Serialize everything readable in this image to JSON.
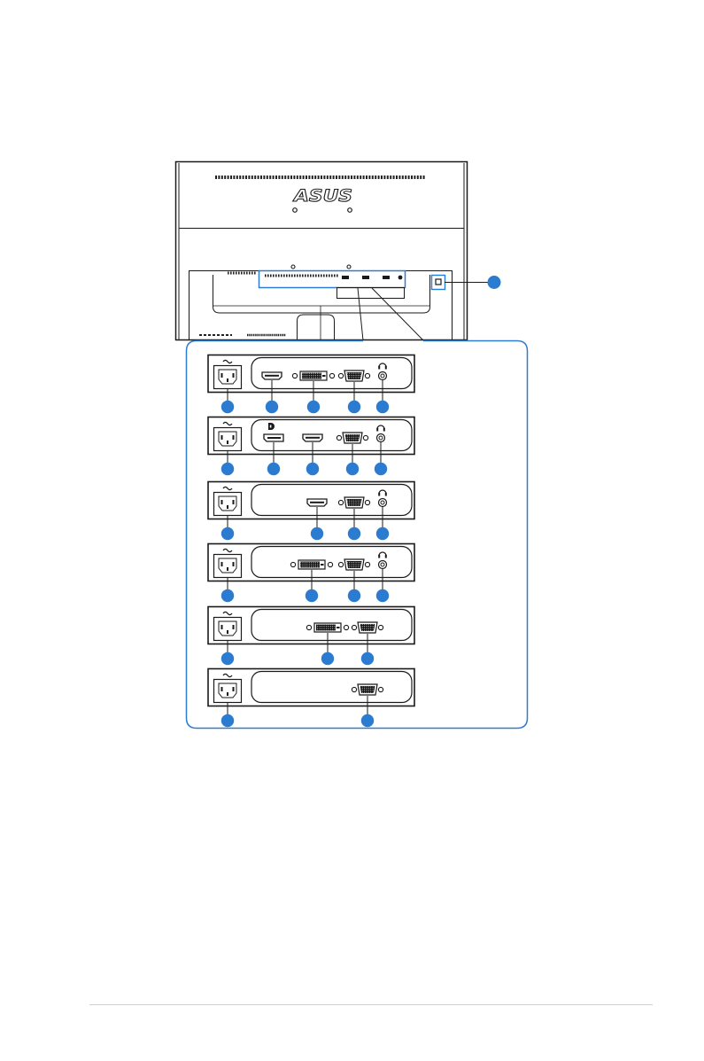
{
  "logo": {
    "text": "ASUS"
  },
  "colors": {
    "callout": "#2b7bd1",
    "line": "#1a1a1a",
    "footer_rule": "#cfcfcf",
    "background": "#ffffff"
  },
  "monitor": {
    "icons": [
      "asus-logo",
      "connector-strip-highlight",
      "kensington-lock-icon"
    ]
  },
  "connector_rows": [
    {
      "connectors": [
        "power-socket-icon",
        "hdmi-port-icon",
        "dvi-port-icon",
        "vga-port-icon",
        "audio-jack-icon"
      ]
    },
    {
      "connectors": [
        "power-socket-icon",
        "displayport-port-icon",
        "hdmi-port-icon",
        "vga-port-icon",
        "audio-jack-icon"
      ]
    },
    {
      "connectors": [
        "power-socket-icon",
        "hdmi-port-icon",
        "vga-port-icon",
        "audio-jack-icon"
      ]
    },
    {
      "connectors": [
        "power-socket-icon",
        "dvi-port-icon",
        "vga-port-icon",
        "audio-jack-icon"
      ]
    },
    {
      "connectors": [
        "power-socket-icon",
        "dvi-port-icon",
        "vga-port-icon"
      ]
    },
    {
      "connectors": [
        "power-socket-icon",
        "vga-port-icon"
      ]
    }
  ]
}
